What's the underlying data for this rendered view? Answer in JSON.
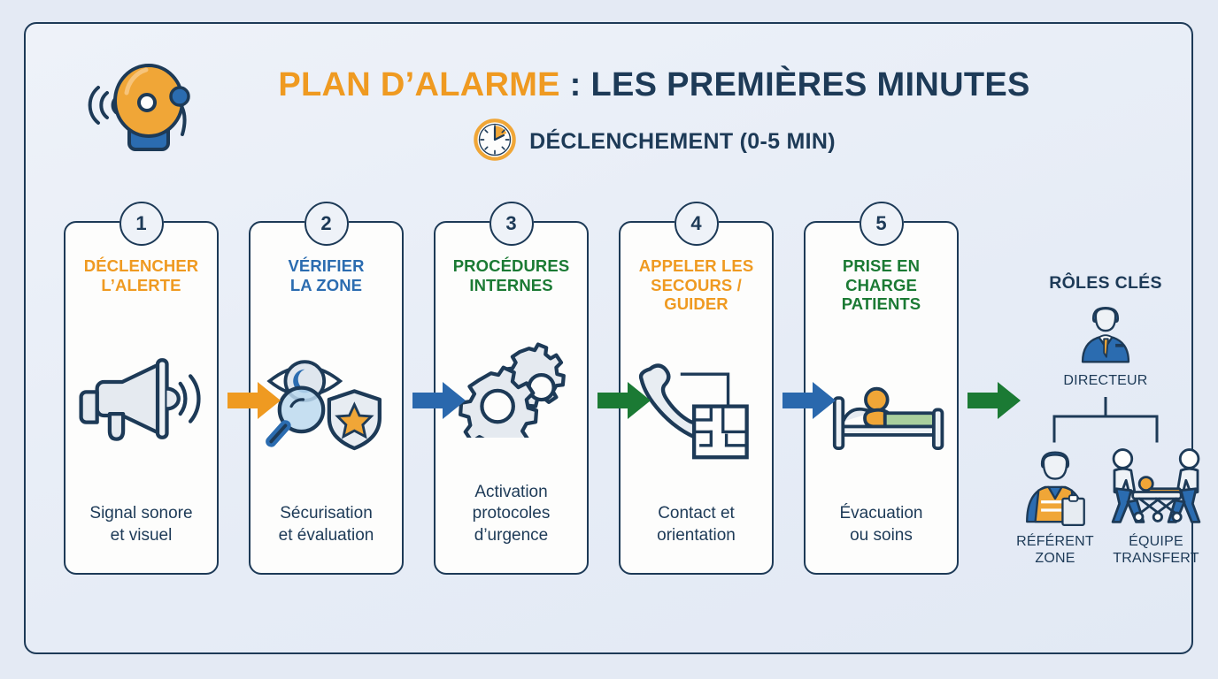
{
  "header": {
    "title_accent": "PLAN D’ALARME",
    "title_sep": " : ",
    "title_rest": "LES PREMIÈRES MINUTES",
    "subtitle": "DÉCLENCHEMENT (0-5 MIN)",
    "bell_icon": "alarm-bell-icon",
    "clock_icon": "clock-icon"
  },
  "steps": [
    {
      "number": "1",
      "title": "DÉCLENCHER\nL’ALERTE",
      "title_color": "#ef9a21",
      "desc": "Signal sonore\net visuel",
      "icon": "megaphone-icon"
    },
    {
      "number": "2",
      "title": "VÉRIFIER\nLA ZONE",
      "title_color": "#2b6cb0",
      "desc": "Sécurisation\net évaluation",
      "icon": "eye-magnifier-shield-icon"
    },
    {
      "number": "3",
      "title": "PROCÉDURES\nINTERNES",
      "title_color": "#1b7a34",
      "desc": "Activation\nprotocoles\nd’urgence",
      "icon": "gears-icon"
    },
    {
      "number": "4",
      "title": "APPELER LES\nSECOURS /\nGUIDER",
      "title_color": "#ef9a21",
      "desc": "Contact et\norientation",
      "icon": "phone-floorplan-icon"
    },
    {
      "number": "5",
      "title": "PRISE EN\nCHARGE\nPATIENTS",
      "title_color": "#1b7a34",
      "desc": "Évacuation\nou soins",
      "icon": "patient-bed-icon"
    }
  ],
  "arrows": [
    {
      "name": "arrow-step1-to-step2",
      "color": "#ef9a21"
    },
    {
      "name": "arrow-step2-to-step3",
      "color": "#2a68ad"
    },
    {
      "name": "arrow-step3-to-step4",
      "color": "#1b7a34"
    },
    {
      "name": "arrow-step4-to-step5",
      "color": "#2a68ad"
    },
    {
      "name": "arrow-step5-to-roles",
      "color": "#1b7a34"
    }
  ],
  "roles": {
    "heading": "RÔLES CLÉS",
    "director": {
      "label": "DIRECTEUR",
      "icon": "manager-person-icon"
    },
    "children": [
      {
        "label": "RÉFÉRENT\nZONE",
        "icon": "safety-vest-person-icon"
      },
      {
        "label": "ÉQUIPE\nTRANSFERT",
        "icon": "stretcher-team-icon"
      }
    ]
  },
  "palette": {
    "navy": "#1d3a57",
    "orange": "#ef9a21",
    "blue": "#2b6cb0",
    "green": "#1b7a34",
    "background": "#e4eaf4",
    "card_bg": "#fdfdfc"
  }
}
